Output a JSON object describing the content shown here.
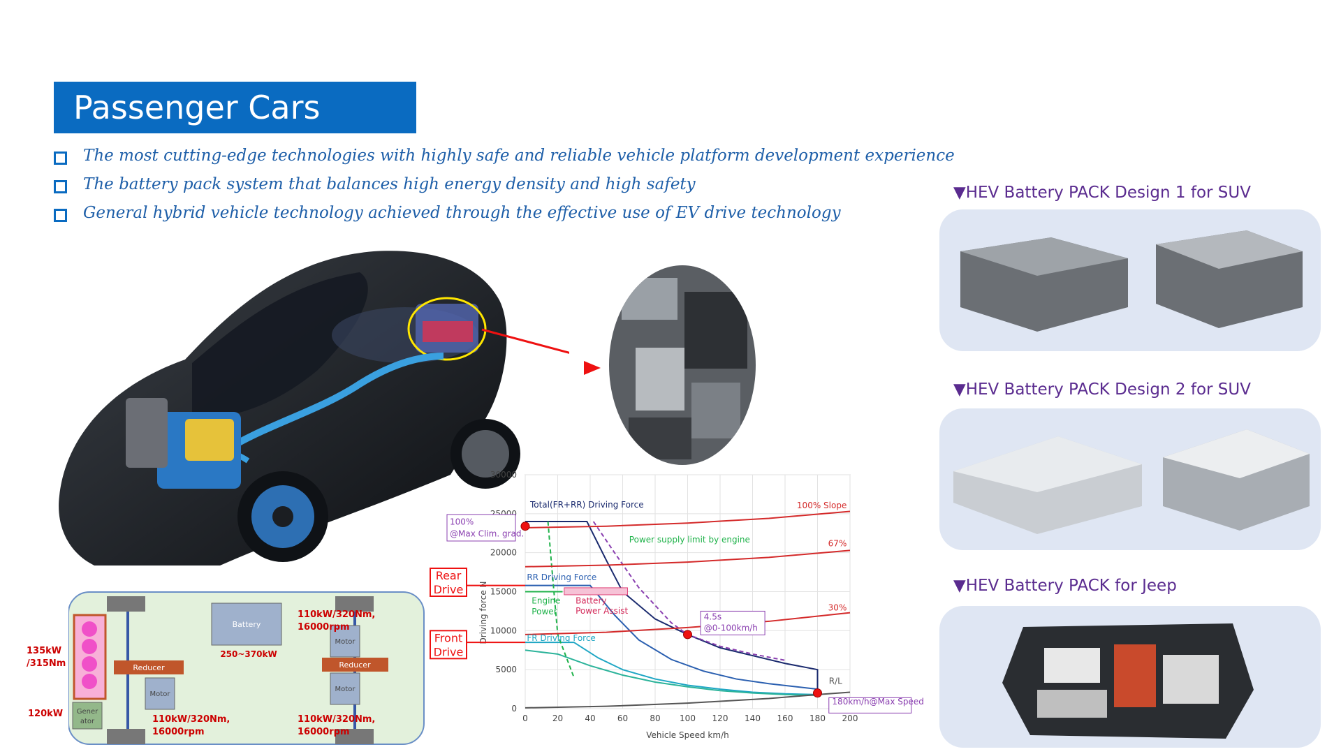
{
  "header": {
    "title": "Passenger Cars"
  },
  "bullets": [
    "The most cutting-edge technologies with highly safe and reliable vehicle platform development experience",
    "The battery pack system that balances high energy density and high safety",
    "General hybrid vehicle technology achieved through the effective use of EV drive technology"
  ],
  "panels": [
    {
      "title": "▼HEV Battery PACK Design 1 for SUV"
    },
    {
      "title": "▼HEV Battery PACK Design 2 for SUV"
    },
    {
      "title": "▼HEV Battery PACK for Jeep"
    }
  ],
  "drivetrain": {
    "battery": "Battery",
    "battery_power": "250~370kW",
    "reducer": "Reducer",
    "motor": "Motor",
    "generator": "Gener ator",
    "engine_spec": "135kW /315Nm",
    "generator_spec": "120kW",
    "front_motor_spec": "110kW/320Nm, 16000rpm",
    "rear_top_spec": "110kW/320Nm, 16000rpm",
    "rear_bottom_spec": "110kW/320Nm, 16000rpm",
    "colors": {
      "background": "#e3f1dc",
      "reducer": "#c0562b",
      "motor": "#9fb1cc",
      "engine": "#f050c8"
    }
  },
  "chart_data": {
    "type": "line",
    "xlabel": "Vehicle Speed km/h",
    "ylabel": "Driving force N",
    "xlim": [
      0,
      200
    ],
    "ylim": [
      0,
      30000
    ],
    "x_ticks": [
      0,
      20,
      40,
      60,
      80,
      100,
      120,
      140,
      160,
      180,
      200
    ],
    "y_ticks": [
      0,
      5000,
      10000,
      15000,
      20000,
      25000,
      30000
    ],
    "grid": true,
    "series": [
      {
        "name": "Total(FR+RR) Driving Force",
        "color": "#1a2a6e",
        "x": [
          0,
          38,
          50,
          60,
          80,
          100,
          120,
          140,
          160,
          180,
          180
        ],
        "y": [
          24000,
          24000,
          19000,
          15000,
          11500,
          9500,
          7800,
          6800,
          5800,
          5000,
          1500
        ]
      },
      {
        "name": "RR Driving Force",
        "color": "#2a5fb0",
        "x": [
          0,
          40,
          55,
          70,
          90,
          110,
          130,
          150,
          180
        ],
        "y": [
          15800,
          15800,
          12000,
          8800,
          6300,
          4800,
          3800,
          3200,
          2500
        ]
      },
      {
        "name": "FR Driving Force",
        "color": "#1ea6c4",
        "x": [
          0,
          30,
          45,
          60,
          80,
          100,
          120,
          140,
          160,
          180
        ],
        "y": [
          8500,
          8500,
          6500,
          5000,
          3800,
          3000,
          2500,
          2100,
          1900,
          1800
        ]
      },
      {
        "name": "",
        "color": "#2bb39a",
        "x": [
          0,
          20,
          40,
          60,
          80,
          100,
          120,
          140,
          160,
          180
        ],
        "y": [
          7500,
          7000,
          5500,
          4300,
          3400,
          2800,
          2300,
          2000,
          1800,
          1700
        ]
      },
      {
        "name": "",
        "color": "#8a3fb0",
        "dash": true,
        "x": [
          42,
          55,
          70,
          90,
          100,
          120,
          140,
          160
        ],
        "y": [
          24000,
          20000,
          15500,
          11000,
          9500,
          8000,
          7000,
          6200
        ]
      },
      {
        "name": "",
        "color": "#1fb24a",
        "dash": true,
        "x": [
          14,
          16,
          20,
          30
        ],
        "y": [
          24000,
          19000,
          9500,
          4000
        ]
      },
      {
        "name": "100% Slope",
        "color": "#d42a2a",
        "x": [
          0,
          50,
          100,
          150,
          200
        ],
        "y": [
          23200,
          23400,
          23800,
          24400,
          25300
        ]
      },
      {
        "name": "67%",
        "color": "#d42a2a",
        "x": [
          0,
          50,
          100,
          150,
          200
        ],
        "y": [
          18200,
          18400,
          18800,
          19400,
          20300
        ]
      },
      {
        "name": "30%",
        "color": "#d42a2a",
        "x": [
          0,
          50,
          100,
          150,
          200
        ],
        "y": [
          9500,
          9800,
          10400,
          11200,
          12300
        ]
      },
      {
        "name": "R/L",
        "color": "#555555",
        "x": [
          0,
          50,
          100,
          150,
          180,
          200
        ],
        "y": [
          100,
          300,
          700,
          1300,
          1800,
          2100
        ]
      }
    ],
    "points": [
      {
        "x": 0,
        "y": 23400,
        "label": "100% @Max Clim. grad."
      },
      {
        "x": 100,
        "y": 9500,
        "label": "4.5s @0-100km/h"
      },
      {
        "x": 180,
        "y": 2000,
        "label": "180km/h@Max Speed"
      }
    ],
    "annotations": {
      "power_supply": "Power supply limit by engine",
      "engine_power": "Engine Power",
      "battery_assist": "Battery Power Assist",
      "rear_drive": "Rear Drive",
      "front_drive": "Front Drive"
    }
  }
}
